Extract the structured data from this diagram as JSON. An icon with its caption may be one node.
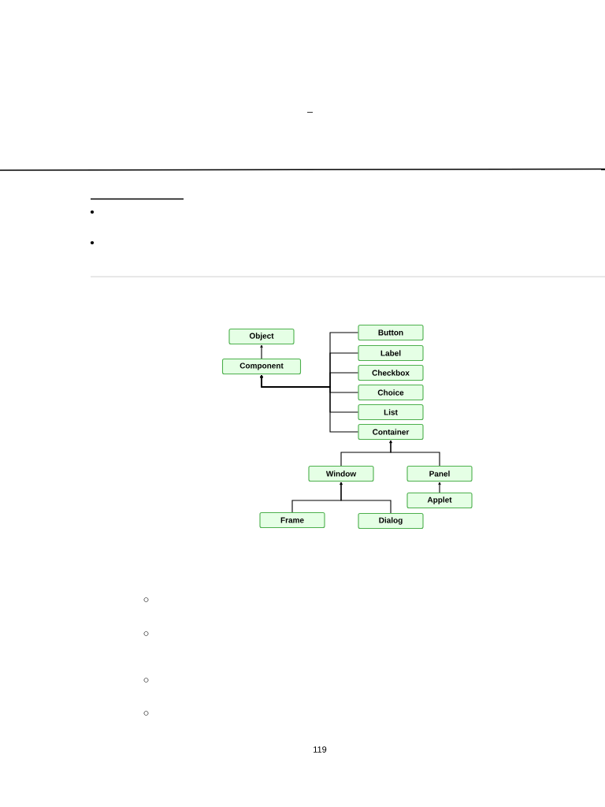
{
  "diagram": {
    "nodes": [
      {
        "text": [
          "Object"
        ]
      },
      {
        "text": [
          "Component"
        ]
      },
      {
        "text": [
          "Button"
        ]
      },
      {
        "text": [
          "Label"
        ]
      },
      {
        "text": [
          "Checkbox"
        ]
      },
      {
        "text": [
          "Choice"
        ]
      },
      {
        "text": [
          "List"
        ]
      },
      {
        "text": [
          "Container"
        ]
      },
      {
        "text": [
          "Window"
        ]
      },
      {
        "text": [
          "Panel"
        ]
      },
      {
        "text": [
          "Applet"
        ]
      },
      {
        "text": [
          "Frame"
        ]
      },
      {
        "text": [
          "Dialog"
        ]
      }
    ],
    "edges": [
      {
        "from": 1,
        "to": 0,
        "arrow": "to"
      },
      {
        "from": 2,
        "to": 1,
        "arrow": "to"
      },
      {
        "from": 3,
        "to": 1,
        "arrow": "to"
      },
      {
        "from": 4,
        "to": 1,
        "arrow": "to"
      },
      {
        "from": 5,
        "to": 1,
        "arrow": "to"
      },
      {
        "from": 6,
        "to": 1,
        "arrow": "to"
      },
      {
        "from": 7,
        "to": 1,
        "arrow": "to"
      },
      {
        "from": 8,
        "to": 7,
        "arrow": "to"
      },
      {
        "from": 9,
        "to": 7,
        "arrow": "to"
      },
      {
        "from": 10,
        "to": 9,
        "arrow": "to"
      },
      {
        "from": 11,
        "to": 8,
        "arrow": "to"
      },
      {
        "from": 12,
        "to": 8,
        "arrow": "to"
      }
    ],
    "labels": [
      "119"
    ]
  }
}
